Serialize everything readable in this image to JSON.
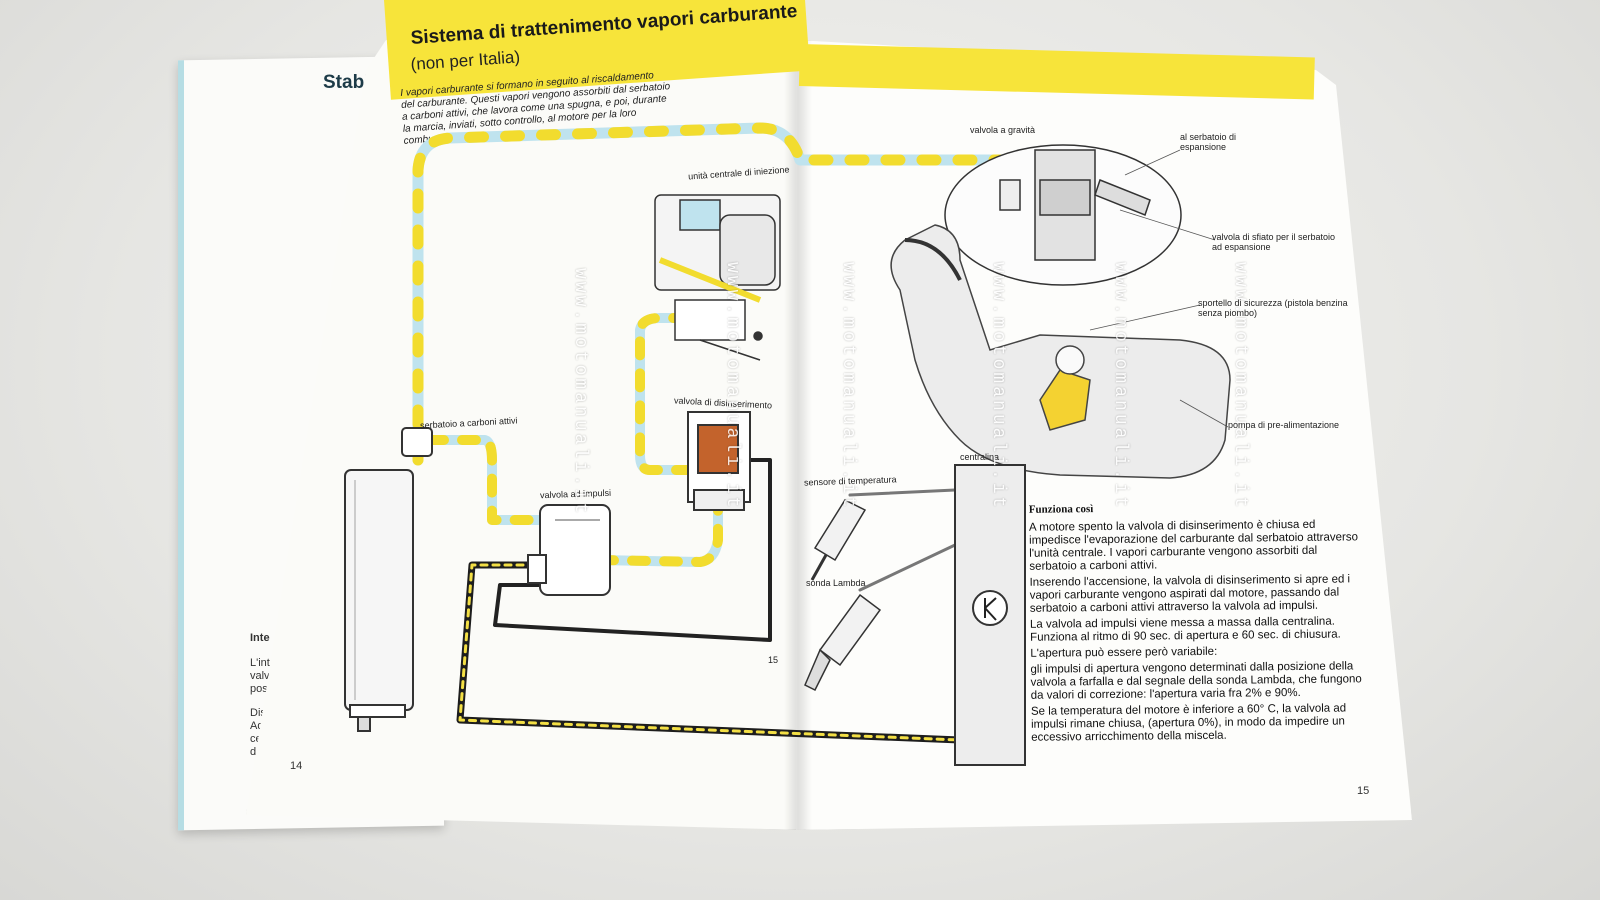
{
  "back_page": {
    "title": "Stabili",
    "fragments": [
      "Inte",
      "L'int",
      "valv",
      "pos",
      "Dis",
      "Ad",
      "ce",
      "de"
    ],
    "page_number": "14"
  },
  "left_page": {
    "title": "Sistema di trattenimento vapori carburante",
    "subtitle": "(non per Italia)",
    "intro": "I vapori carburante si formano in seguito al riscaldamento del carburante. Questi vapori vengono assorbiti dal serbatoio a carboni attivi, che lavora come una spugna, e poi, durante la marcia, inviati, sotto controllo, al motore per la loro combustione.",
    "labels": {
      "central_unit": "unità centrale di iniezione",
      "cutoff_valve": "valvola di disinserimento",
      "carbon_tank": "serbatoio a carboni attivi",
      "pulse_valve": "valvola ad impulsi",
      "connector": "15"
    }
  },
  "right_page": {
    "labels": {
      "gravity_valve": "valvola a gravità",
      "to_expansion": "al serbatoio di espansione",
      "vent_valve": "valvola di sfiato per il serbatoio ad espansione",
      "safety_door": "sportello di sicurezza (pistola benzina senza piombo)",
      "pre_pump": "pompa di pre-alimentazione",
      "ecu": "centralina",
      "temp_sensor": "sensore di temperatura",
      "lambda": "sonda Lambda"
    },
    "section_heading": "Funziona così",
    "paragraphs": [
      "A motore spento la valvola di disinserimento è chiusa ed impedisce l'evaporazione del carburante dal serbatoio attraverso l'unità centrale. I vapori carburante vengono assorbiti dal serbatoio a carboni attivi.",
      "Inserendo l'accensione, la valvola di disinserimento si apre ed i vapori carburante vengono aspirati dal motore, passando dal serbatoio a carboni attivi attraverso la valvola ad impulsi.",
      "La valvola ad impulsi viene messa a massa dalla centralina. Funziona al ritmo di 90 sec. di apertura e 60 sec. di chiusura.",
      "L'apertura può essere però variabile:",
      "gli impulsi di apertura vengono determinati dalla posizione della valvola a farfalla e dal segnale della sonda Lambda, che fungono da valori di correzione: l'apertura varia fra 2% e 90%.",
      "Se la temperatura del motore è inferiore a 60° C, la valvola ad impulsi rimane chiusa, (apertura 0%), in modo da impedire un eccessivo arricchimento della miscela."
    ],
    "page_number": "15"
  },
  "watermark": "www.motomanuali.it",
  "colors": {
    "accent_yellow": "#f7e43a",
    "hose_blue": "#bfe3ee",
    "page": "#fbfbf8"
  }
}
